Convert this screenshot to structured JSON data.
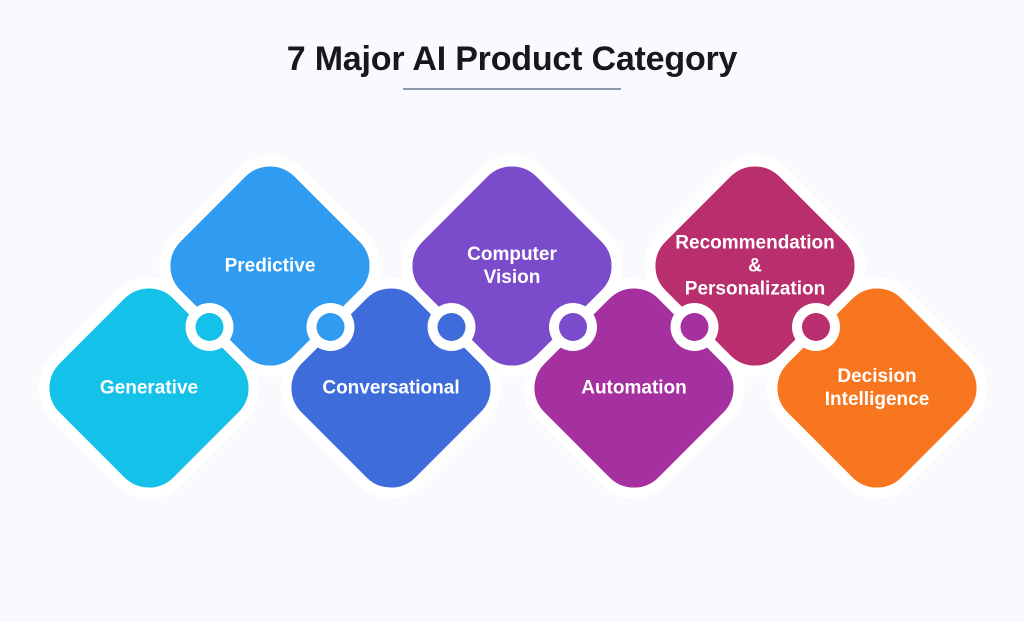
{
  "title": {
    "text": "7 Major AI Product Category"
  },
  "colors": {
    "background": "#F8FAFD",
    "title_text": "#17181C",
    "title_underline": "#8B99AB",
    "label_text": "#FFFFFF",
    "connector_ring": "#FFFFFF"
  },
  "categories": [
    {
      "label": "Generative",
      "color": "#14C1E8",
      "row": "lower"
    },
    {
      "label": "Predictive",
      "color": "#2F9BF1",
      "row": "upper"
    },
    {
      "label": "Conversational",
      "color": "#3E6CDA",
      "row": "lower"
    },
    {
      "label": "Computer\nVision",
      "color": "#7A4BCA",
      "row": "upper"
    },
    {
      "label": "Automation",
      "color": "#A5309F",
      "row": "lower"
    },
    {
      "label": "Recommendation\n&\nPersonalization",
      "color": "#B92E6C",
      "row": "upper"
    },
    {
      "label": "Decision\nIntelligence",
      "color": "#F7761F",
      "row": "lower"
    }
  ]
}
